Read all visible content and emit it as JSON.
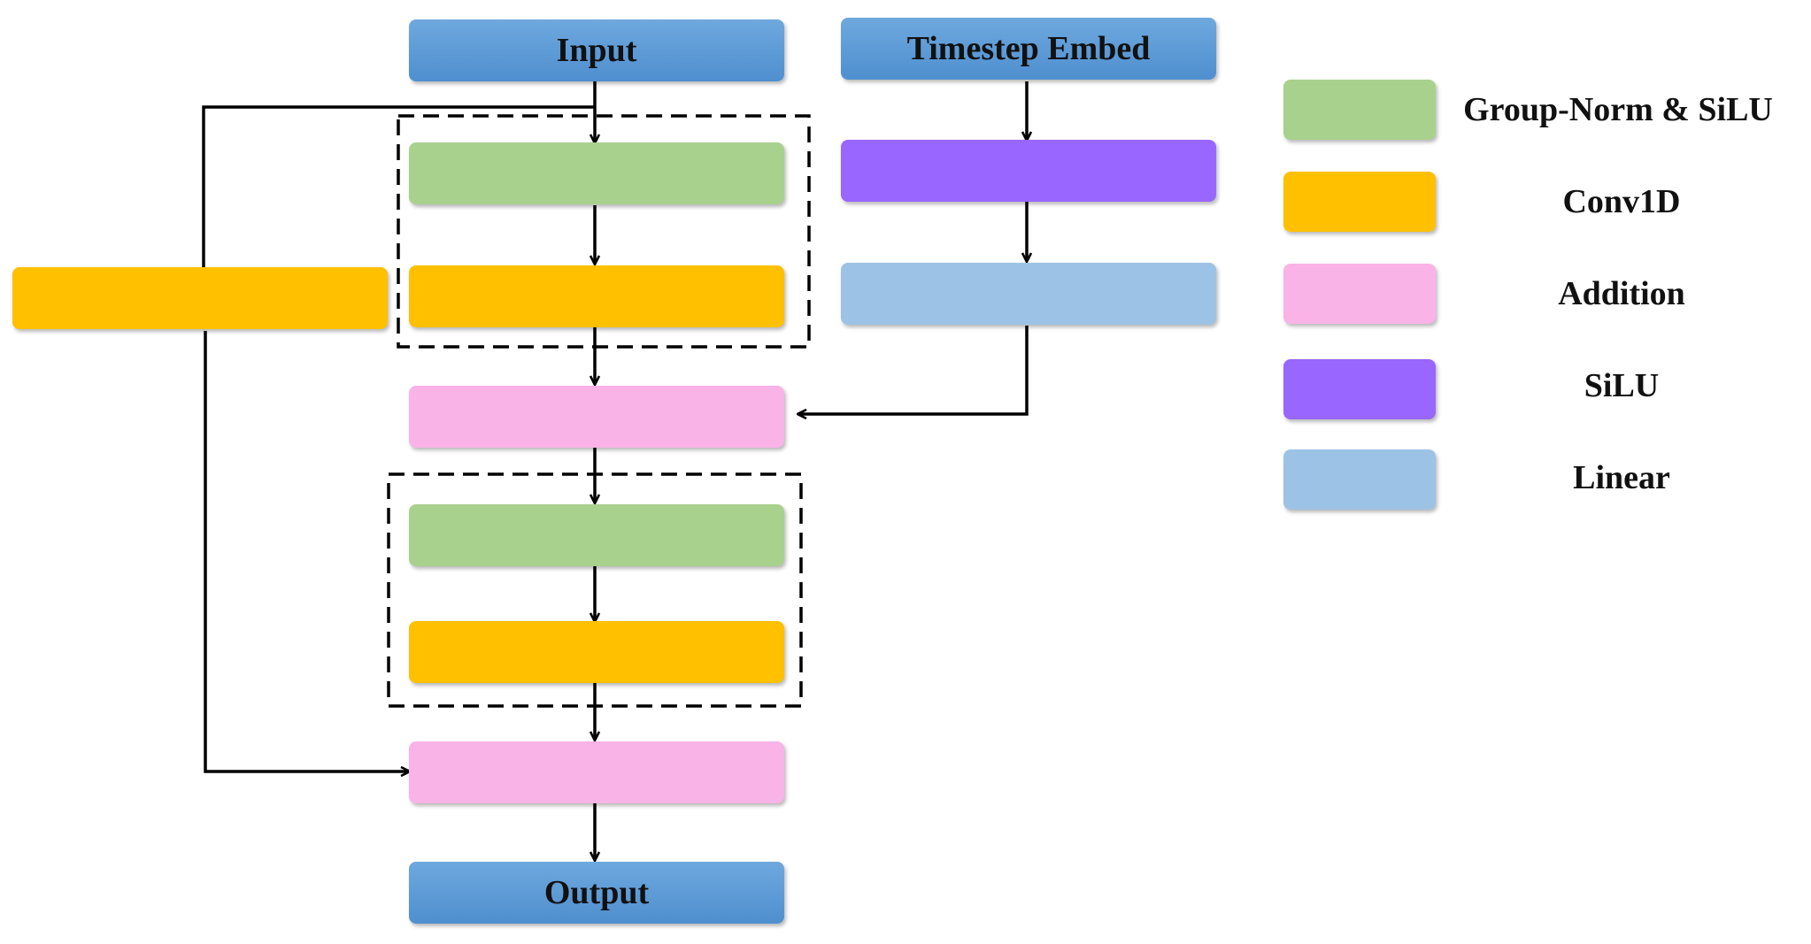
{
  "colors": {
    "io_block": "#5b9bd5",
    "group_norm_silu": "#a9d18e",
    "conv1d": "#ffc000",
    "addition": "#f9b3e7",
    "silu": "#9966ff",
    "linear": "#9cc3e5",
    "line": "#000000",
    "dashed_box": "#000000"
  },
  "blocks": {
    "input": "Input",
    "timestep_embed": "Timestep Embed",
    "output": "Output"
  },
  "legend": {
    "items": [
      {
        "label": "Group-Norm & SiLU",
        "color_key": "group_norm_silu"
      },
      {
        "label": "Conv1D",
        "color_key": "conv1d"
      },
      {
        "label": "Addition",
        "color_key": "addition"
      },
      {
        "label": "SiLU",
        "color_key": "silu"
      },
      {
        "label": "Linear",
        "color_key": "linear"
      }
    ]
  }
}
